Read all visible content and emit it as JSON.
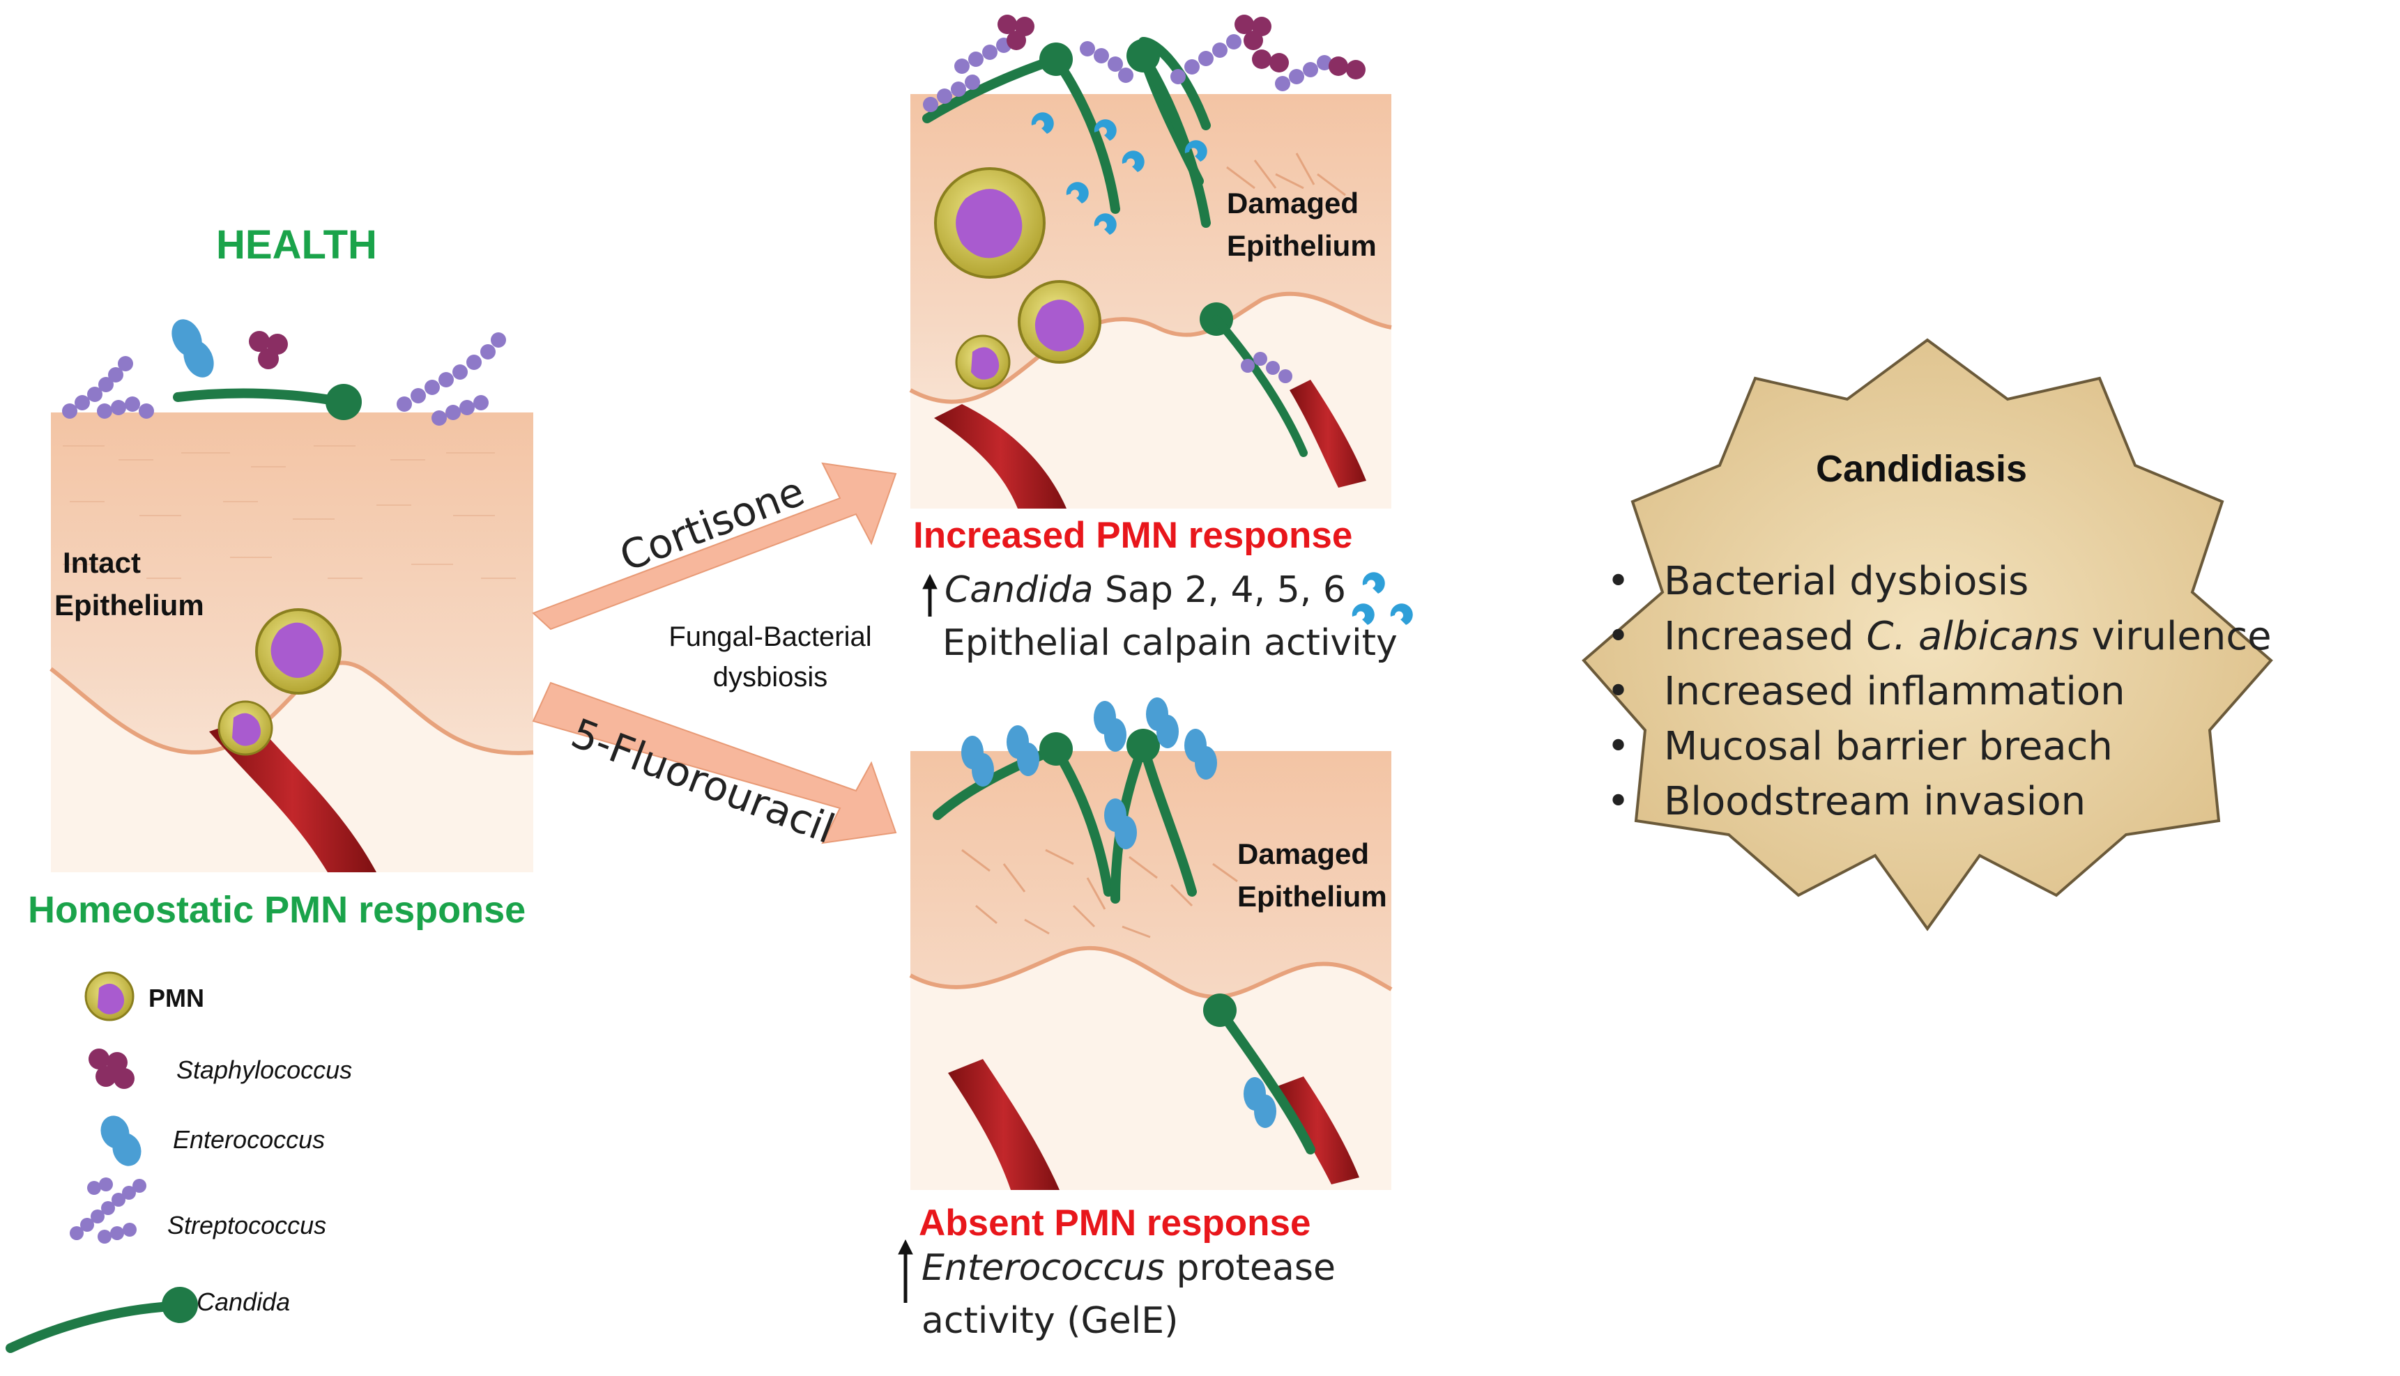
{
  "health": {
    "title": "HEALTH",
    "epithelium_label_1": "Intact",
    "epithelium_label_2": "Epithelium",
    "response": "Homeostatic PMN response"
  },
  "legend": [
    {
      "icon": "pmn-icon",
      "label": "PMN"
    },
    {
      "icon": "staphylococcus-icon",
      "label": "Staphylococcus"
    },
    {
      "icon": "enterococcus-icon",
      "label": "Enterococcus"
    },
    {
      "icon": "streptococcus-icon",
      "label": "Streptococcus"
    },
    {
      "icon": "candida-icon",
      "label": "Candida"
    }
  ],
  "arrows": {
    "top_label": "Cortisone",
    "bottom_label": "5-Fluorouracil",
    "middle_1": "Fungal-Bacterial",
    "middle_2": "dysbiosis"
  },
  "cortisone_panel": {
    "epithelium_label_1": "Damaged",
    "epithelium_label_2": "Epithelium",
    "response": "Increased PMN response",
    "line1_italic": "Candida",
    "line1_rest": " Sap 2, 4, 5, 6",
    "line2": "Epithelial calpain activity"
  },
  "fluorouracil_panel": {
    "epithelium_label_1": "Damaged",
    "epithelium_label_2": "Epithelium",
    "response": "Absent PMN response",
    "line1_italic": "Enterococcus",
    "line1_rest": " protease",
    "line2": "activity (GelE)"
  },
  "candidiasis": {
    "title": "Candidiasis",
    "items": [
      {
        "pre": "Bacterial dysbiosis",
        "italic": "",
        "post": ""
      },
      {
        "pre": "Increased ",
        "italic": "C. albicans",
        "post": " virulence"
      },
      {
        "pre": "Increased inflammation",
        "italic": "",
        "post": ""
      },
      {
        "pre": "Mucosal barrier breach",
        "italic": "",
        "post": ""
      },
      {
        "pre": "Bloodstream invasion",
        "italic": "",
        "post": ""
      }
    ]
  },
  "colors": {
    "health_green": "#1aa34a",
    "alert_red": "#e8161b",
    "arrow_fill": "#f7b79c",
    "star_fill": "#ecd6a6",
    "tissue": "#f5d2ba",
    "candida": "#1f7a47",
    "strep": "#8e79c8",
    "staph": "#8a2e63",
    "entero": "#4a9ed4",
    "pmn": "#d6cd4a"
  }
}
